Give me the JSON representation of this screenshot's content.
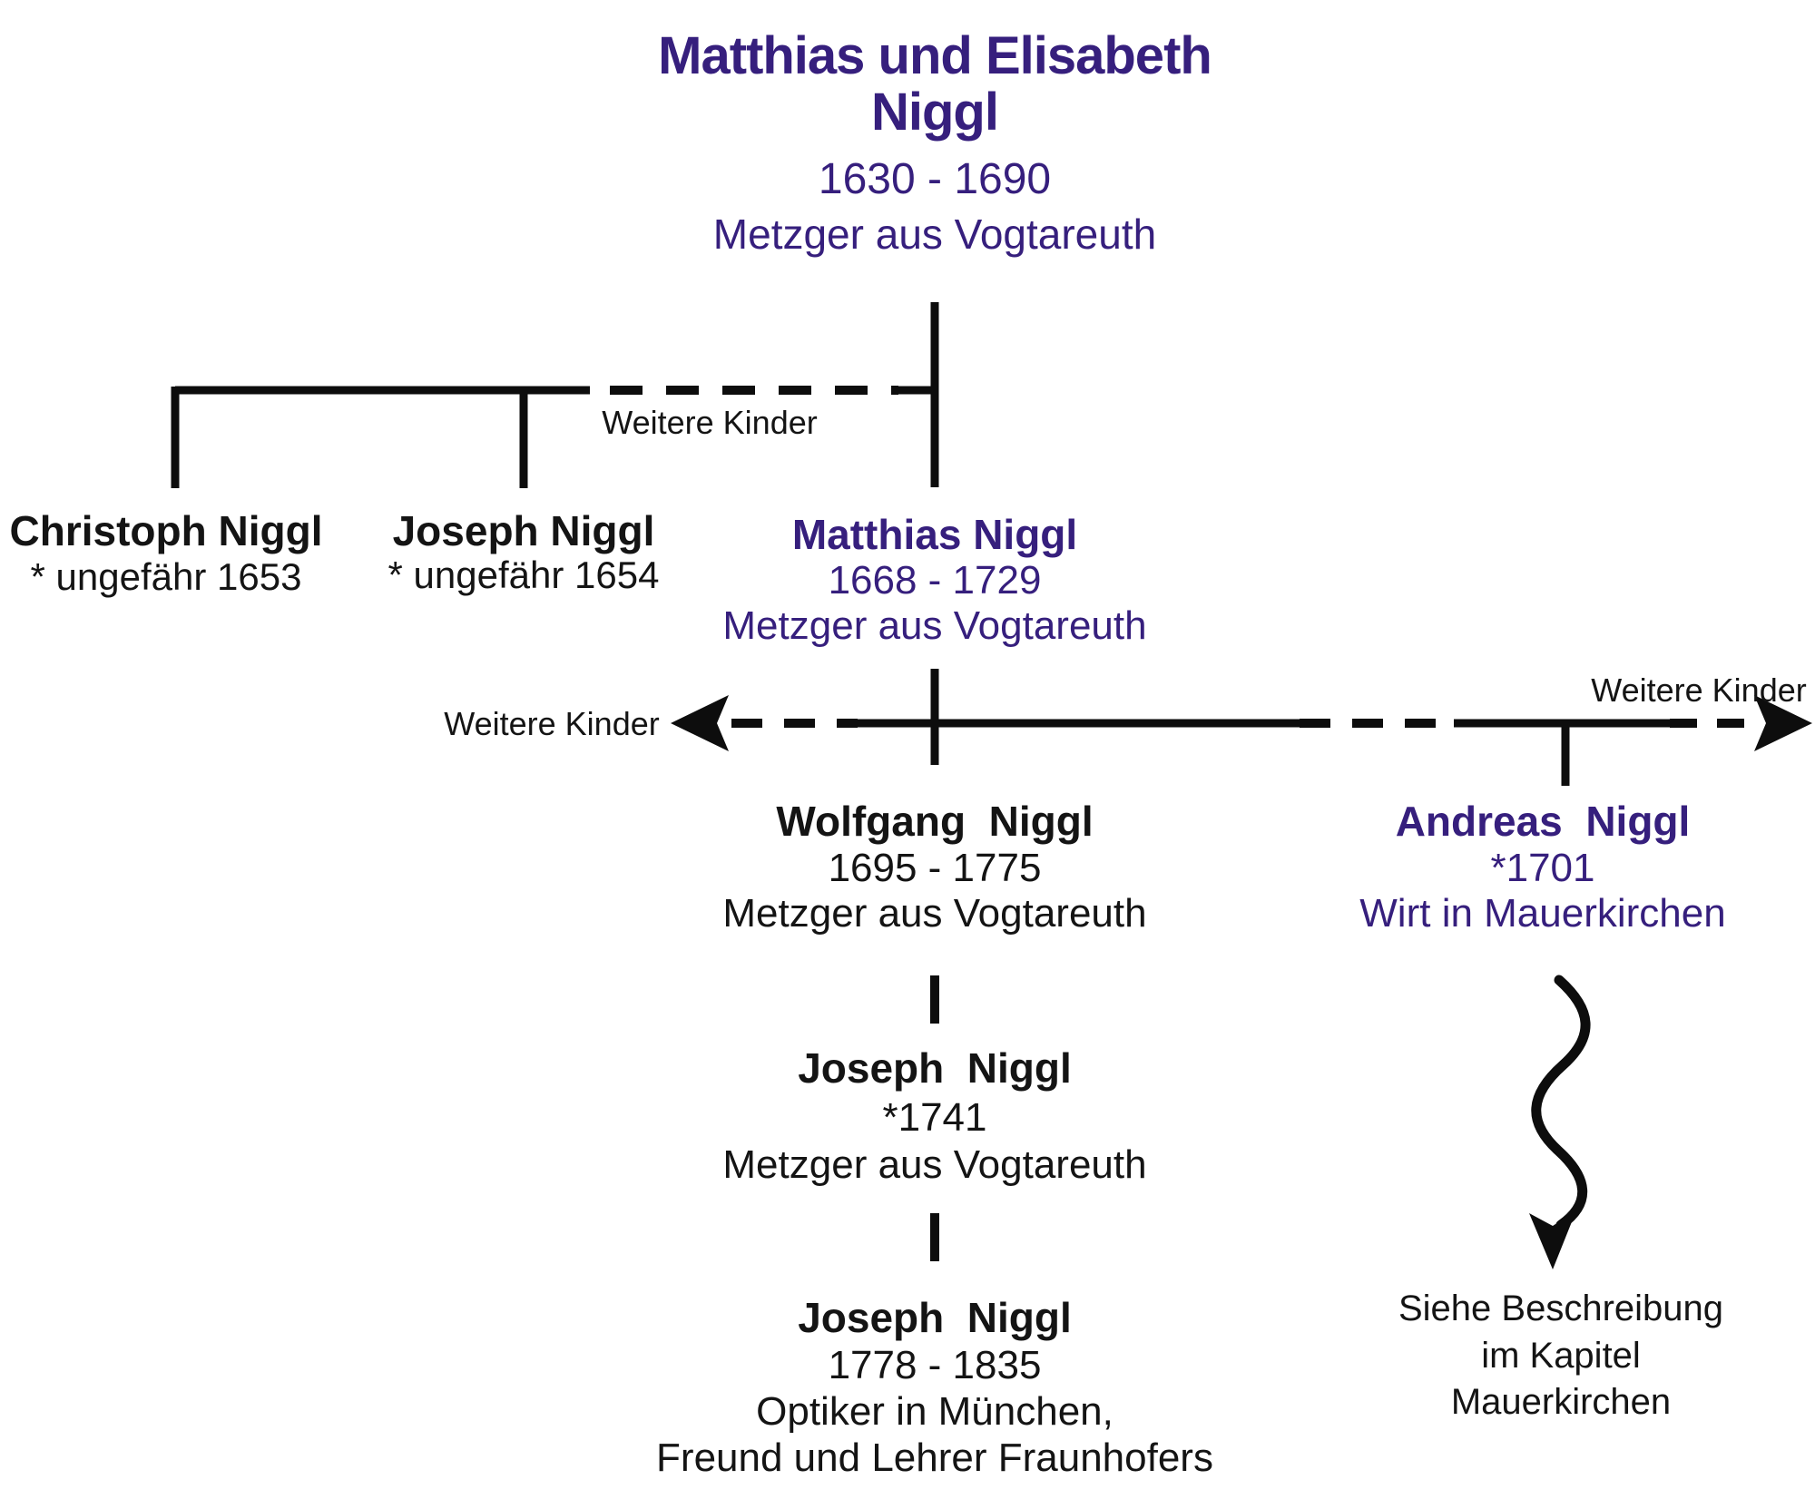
{
  "colors": {
    "accent": "#361f7d",
    "text": "#141414",
    "line": "#0d0d0d"
  },
  "persons": {
    "root": {
      "name_line1": "Matthias und Elisabeth",
      "name_line2": "Niggl",
      "dates": "1630 - 1690",
      "occupation": "Metzger aus Vogtareuth"
    },
    "christoph": {
      "name": "Christoph Niggl",
      "birth": "* ungefähr 1653"
    },
    "joseph_b1654": {
      "name": "Joseph Niggl",
      "birth": "* ungefähr 1654"
    },
    "matthias": {
      "name": "Matthias Niggl",
      "dates": "1668 - 1729",
      "occupation": "Metzger aus Vogtareuth"
    },
    "wolfgang": {
      "name": "Wolfgang  Niggl",
      "dates": "1695 - 1775",
      "occupation": "Metzger aus Vogtareuth"
    },
    "andreas": {
      "name": "Andreas  Niggl",
      "birth": "*1701",
      "occupation": "Wirt in Mauerkirchen"
    },
    "joseph_b1741": {
      "name": "Joseph  Niggl",
      "birth": "*1741",
      "occupation": "Metzger aus Vogtareuth"
    },
    "joseph_b1778": {
      "name": "Joseph  Niggl",
      "dates": "1778 - 1835",
      "occupation_line1": "Optiker in München,",
      "occupation_line2": "Freund und Lehrer Fraunhofers"
    }
  },
  "labels": {
    "more_children_top": "Weitere Kinder",
    "more_children_left": "Weitere Kinder",
    "more_children_right": "Weitere Kinder",
    "see_note_line1": "Siehe Beschreibung",
    "see_note_line2": "im Kapitel",
    "see_note_line3": "Mauerkirchen"
  }
}
